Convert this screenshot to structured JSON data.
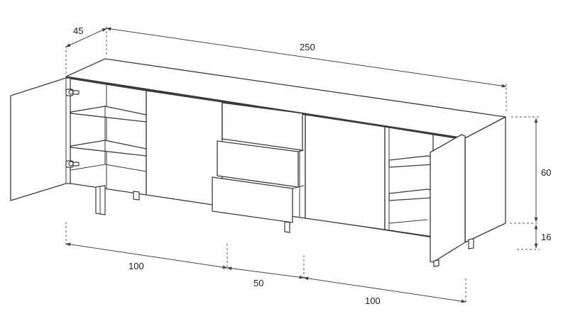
{
  "dimensions": {
    "depth": "45",
    "total_width": "250",
    "body_height": "60",
    "leg_height": "16",
    "left_section": "100",
    "middle_section": "50",
    "right_section": "100"
  }
}
